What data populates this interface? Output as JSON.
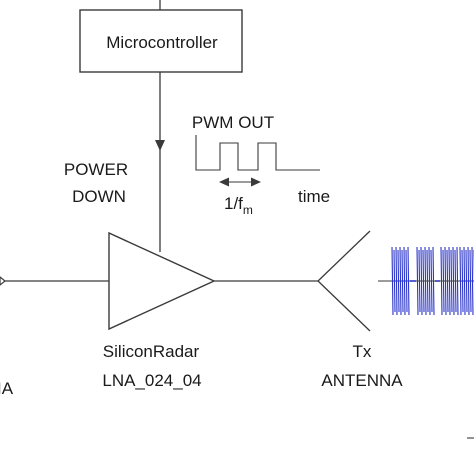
{
  "microcontroller_label": "Microcontroller",
  "pwm": {
    "title": "PWM OUT",
    "period_base": "1/f",
    "period_sub": "m",
    "axis_label": "time"
  },
  "power_down": {
    "line1": "POWER",
    "line2": "DOWN"
  },
  "amplifier": {
    "line1": "SiliconRadar",
    "line2": "LNA_024_04"
  },
  "tx_antenna": {
    "line1": "Tx",
    "line2": "ANTENNA"
  },
  "rx_antenna_fragment": "IA",
  "colors": {
    "line": "#3a3a3a",
    "text": "#1a1a1a",
    "signal": "#2b35c9"
  }
}
